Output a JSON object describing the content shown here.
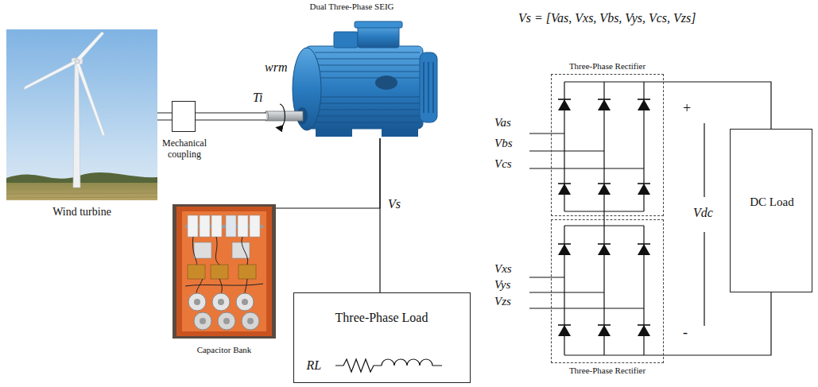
{
  "diagram": {
    "nodes": [
      {
        "text": [
          "Wind turbine"
        ]
      },
      {
        "text": [
          "Mechanical coupling"
        ]
      },
      {
        "text": [
          "Dual Three-Phase SEIG"
        ]
      },
      {
        "text": [
          "Capacitor Bank"
        ]
      },
      {
        "text": [
          "Three-Phase Load",
          "RL"
        ]
      },
      {
        "text": [
          "Three-Phase Rectifier"
        ]
      },
      {
        "text": [
          "Three-Phase Rectifier"
        ]
      },
      {
        "text": [
          "DC Load"
        ]
      }
    ],
    "edges": [
      {
        "from": 0,
        "to": 1,
        "arrow": "none"
      },
      {
        "from": 1,
        "to": 2,
        "arrow": "none"
      },
      {
        "from": 2,
        "to": 3,
        "arrow": "none"
      },
      {
        "from": 2,
        "to": 4,
        "arrow": "none"
      },
      {
        "from": 5,
        "to": 7,
        "arrow": "none"
      },
      {
        "from": 6,
        "to": 7,
        "arrow": "none"
      }
    ],
    "labels": [
      "Vs = [Vas, Vxs, Vbs, Vys, Vcs, Vzs]",
      "wrm",
      "Ti",
      "Vs",
      "Vas",
      "Vbs",
      "Vcs",
      "Vxs",
      "Vys",
      "Vzs",
      "+",
      "Vdc",
      "-"
    ]
  }
}
